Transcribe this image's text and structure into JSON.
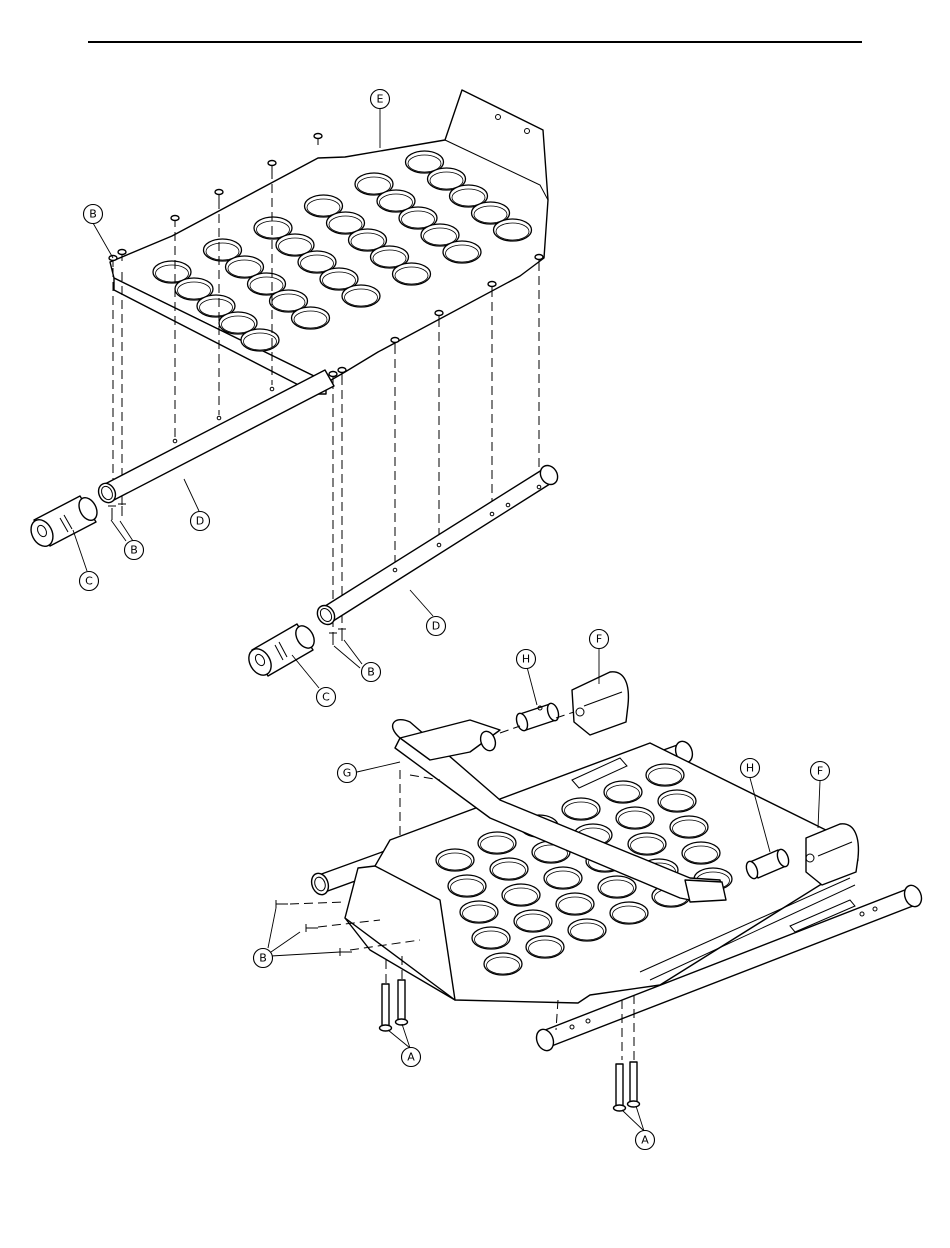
{
  "callouts": {
    "A": "A",
    "B": "B",
    "C": "C",
    "D": "D",
    "E": "E",
    "F": "F",
    "G": "G",
    "H": "H"
  }
}
